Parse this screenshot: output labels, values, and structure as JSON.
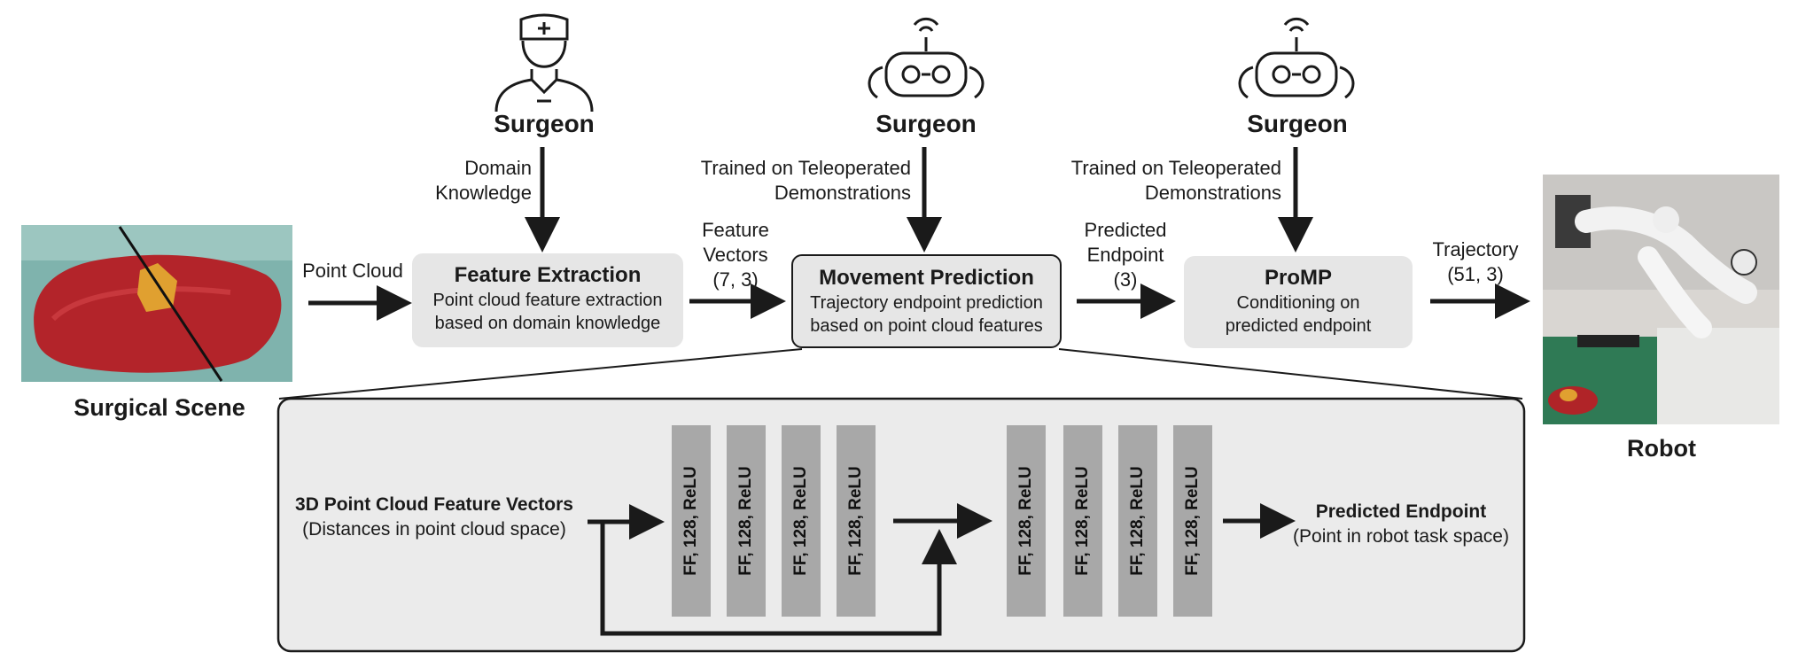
{
  "surgical_scene": {
    "label": "Surgical Scene"
  },
  "robot": {
    "label": "Robot"
  },
  "surgeons": [
    {
      "label": "Surgeon",
      "icon": "surgeon-doctor-icon"
    },
    {
      "label": "Surgeon",
      "icon": "remote-controller-icon"
    },
    {
      "label": "Surgeon",
      "icon": "remote-controller-icon"
    }
  ],
  "inputs": {
    "domain_knowledge": [
      "Domain",
      "Knowledge"
    ],
    "trained_1": [
      "Trained on Teleoperated",
      "Demonstrations"
    ],
    "trained_2": [
      "Trained on Teleoperated",
      "Demonstrations"
    ]
  },
  "edges": {
    "point_cloud": "Point Cloud",
    "feature_vectors": [
      "Feature",
      "Vectors",
      "(7, 3)"
    ],
    "predicted_endpoint": [
      "Predicted",
      "Endpoint",
      "(3)"
    ],
    "trajectory": [
      "Trajectory",
      "(51, 3)"
    ]
  },
  "boxes": {
    "feature_extraction": {
      "title": "Feature Extraction",
      "lines": [
        "Point cloud feature extraction",
        "based on domain knowledge"
      ]
    },
    "movement_prediction": {
      "title": "Movement Prediction",
      "lines": [
        "Trajectory endpoint prediction",
        "based on point cloud features"
      ]
    },
    "promp": {
      "title": "ProMP",
      "lines": [
        "Conditioning on",
        "predicted endpoint"
      ]
    }
  },
  "network": {
    "input_title": "3D Point Cloud Feature Vectors",
    "input_sub": "(Distances in point cloud space)",
    "output_title": "Predicted Endpoint",
    "output_sub": "(Point in robot task space)",
    "layers": [
      "FF, 128, ReLU",
      "FF, 128, ReLU",
      "FF, 128, ReLU",
      "FF, 128, ReLU",
      "FF, 128, ReLU",
      "FF, 128, ReLU",
      "FF, 128, ReLU",
      "FF, 128, ReLU"
    ]
  }
}
